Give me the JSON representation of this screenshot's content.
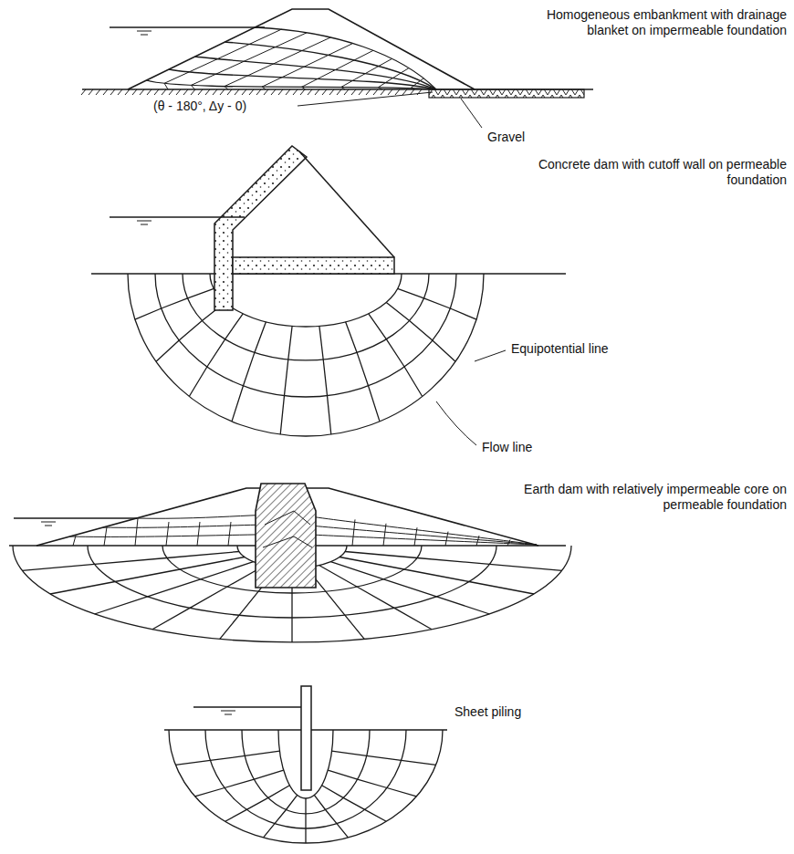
{
  "diagram": {
    "labels": [
      "Homogeneous embankment with drainage blanket on impermeable foundation",
      "(θ - 180°, Δy - 0)",
      "Gravel",
      "Concrete dam with cutoff wall on permeable foundation",
      "Equipotential line",
      "Flow line",
      "Earth dam with relatively impermeable core on permeable foundation",
      "Sheet piling"
    ]
  }
}
